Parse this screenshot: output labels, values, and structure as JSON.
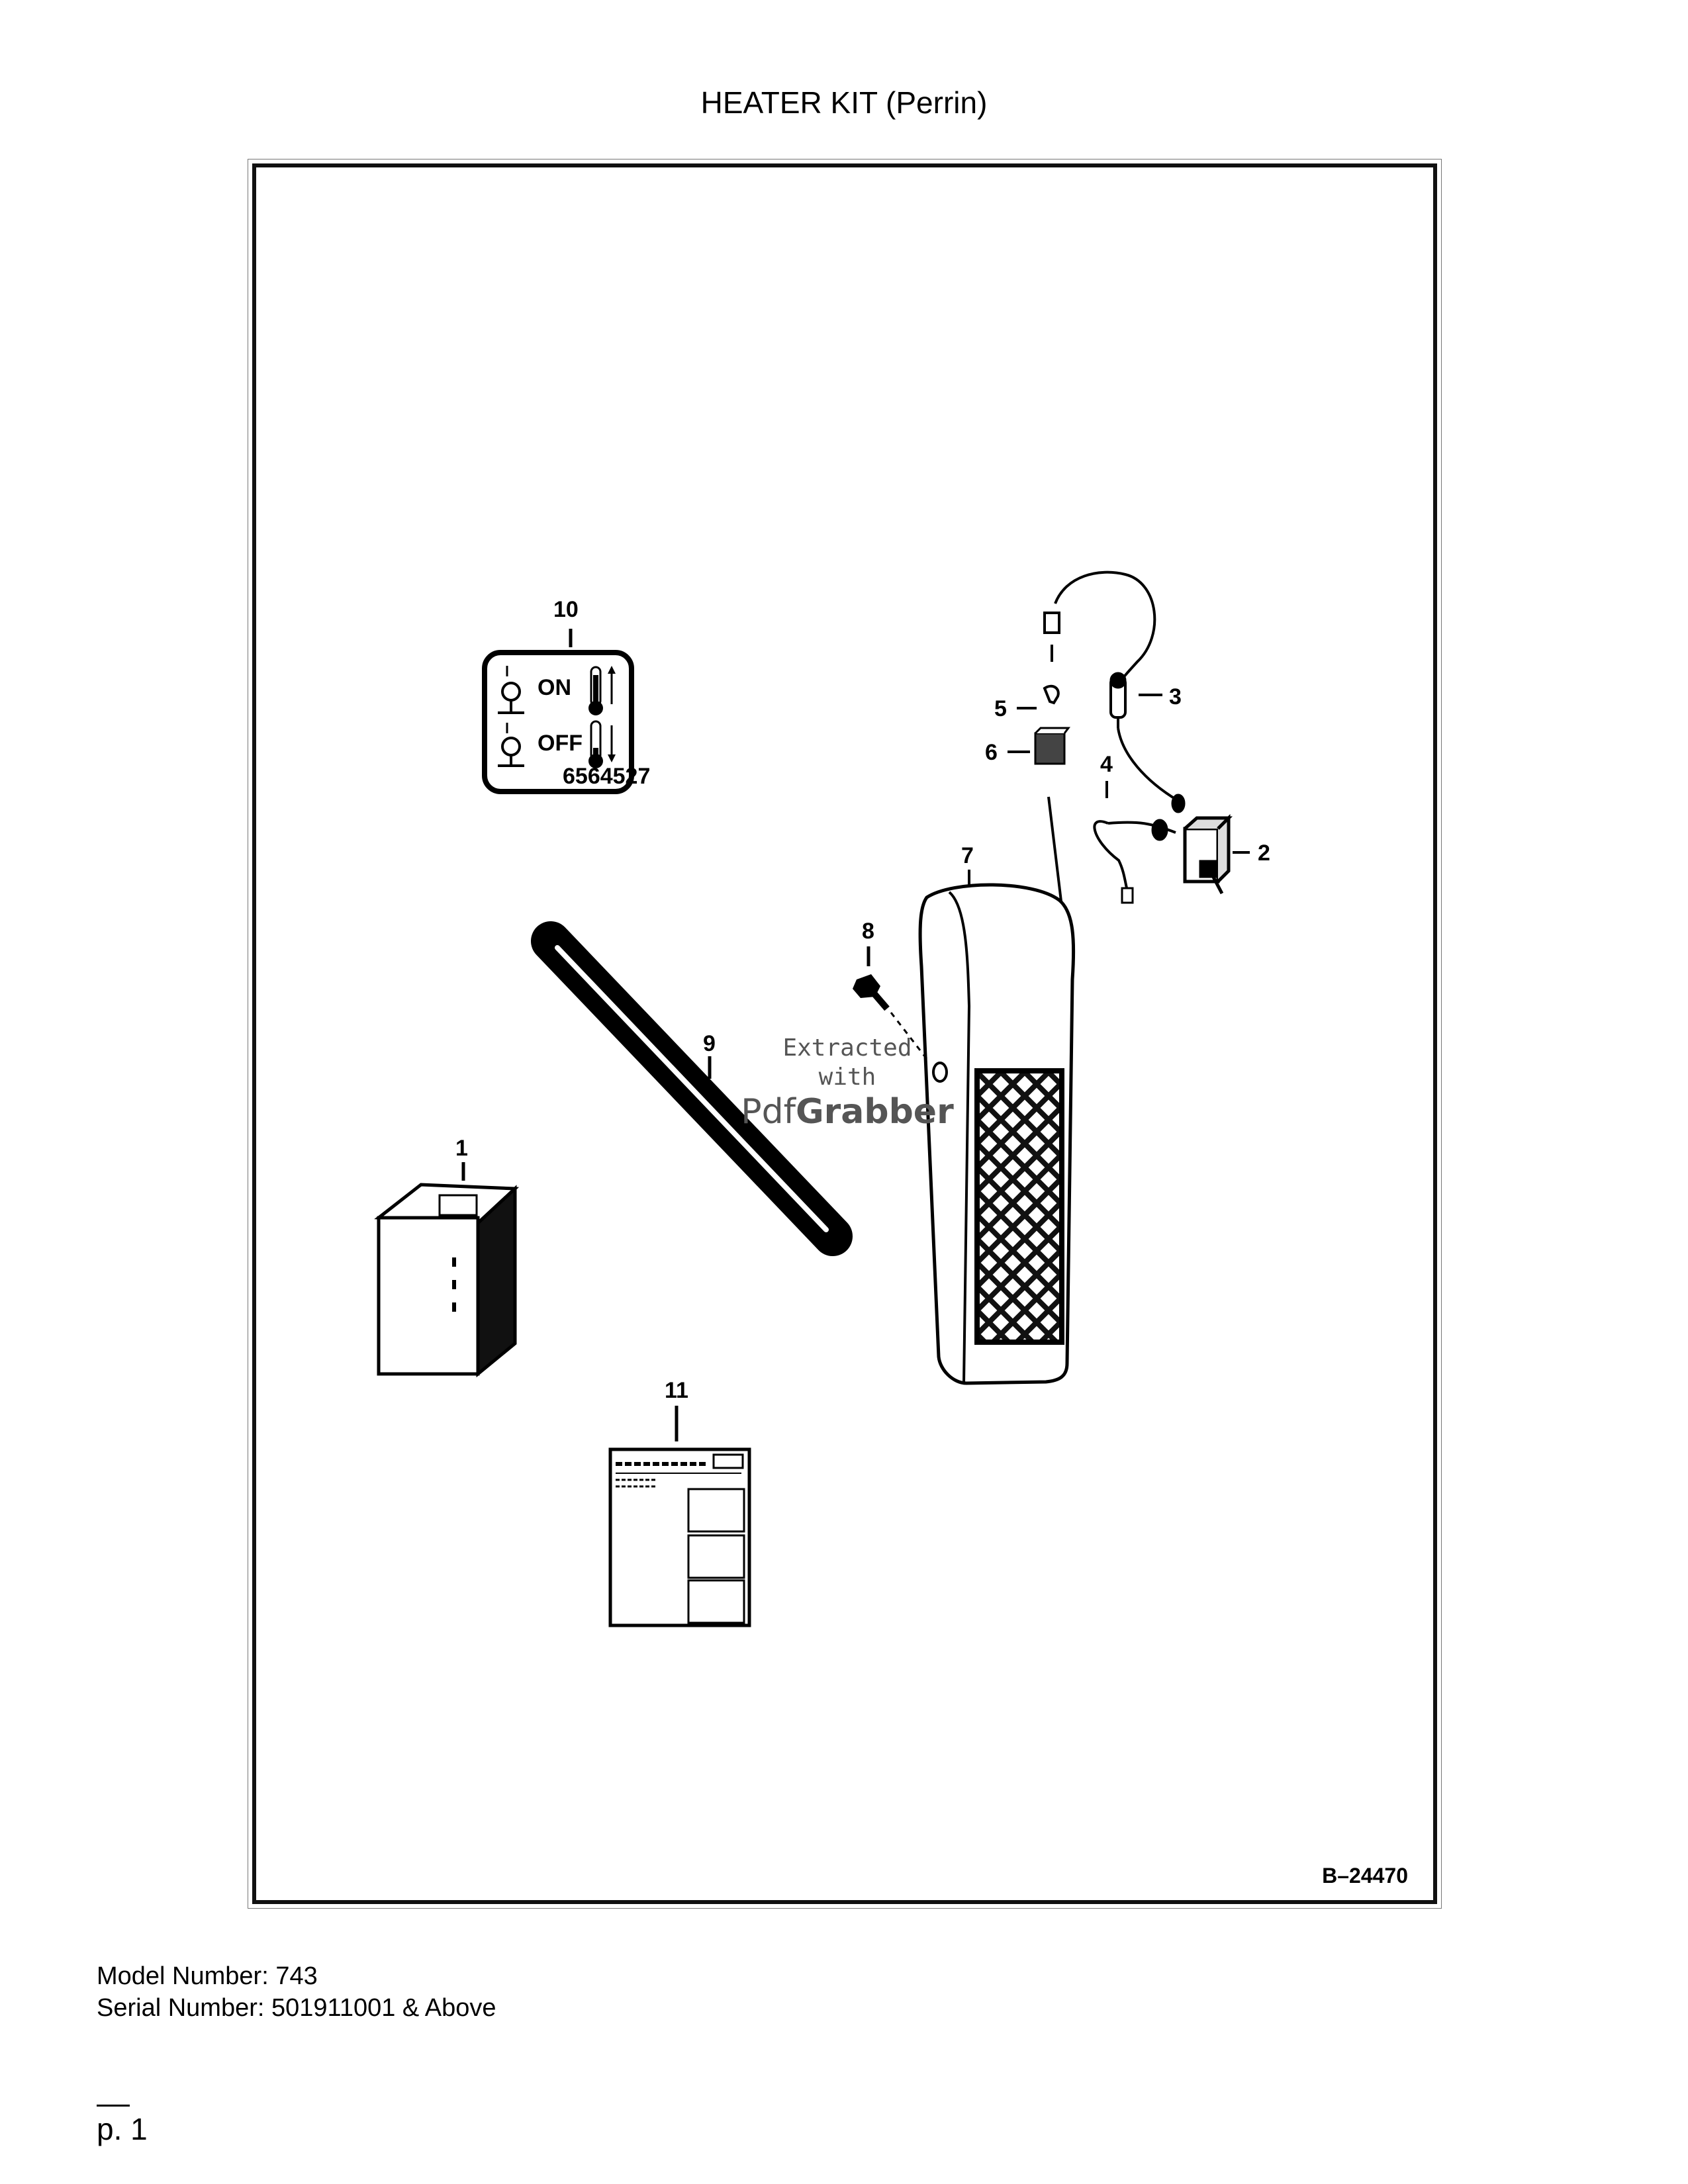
{
  "title": "HEATER KIT (Perrin)",
  "diagram": {
    "drawing_number": "B–24470",
    "callouts": [
      "1",
      "2",
      "3",
      "4",
      "5",
      "6",
      "7",
      "8",
      "9",
      "10",
      "11"
    ],
    "decal": {
      "on_label": "ON",
      "off_label": "OFF",
      "part_number": "6564527"
    }
  },
  "watermark": {
    "line1": "Extracted",
    "line2": "with",
    "brand_light": "Pdf",
    "brand_bold": "Grabber"
  },
  "footer": {
    "model_number": "Model Number: 743",
    "serial_number": "Serial Number: 501911001 & Above"
  },
  "page_number": "p. 1"
}
